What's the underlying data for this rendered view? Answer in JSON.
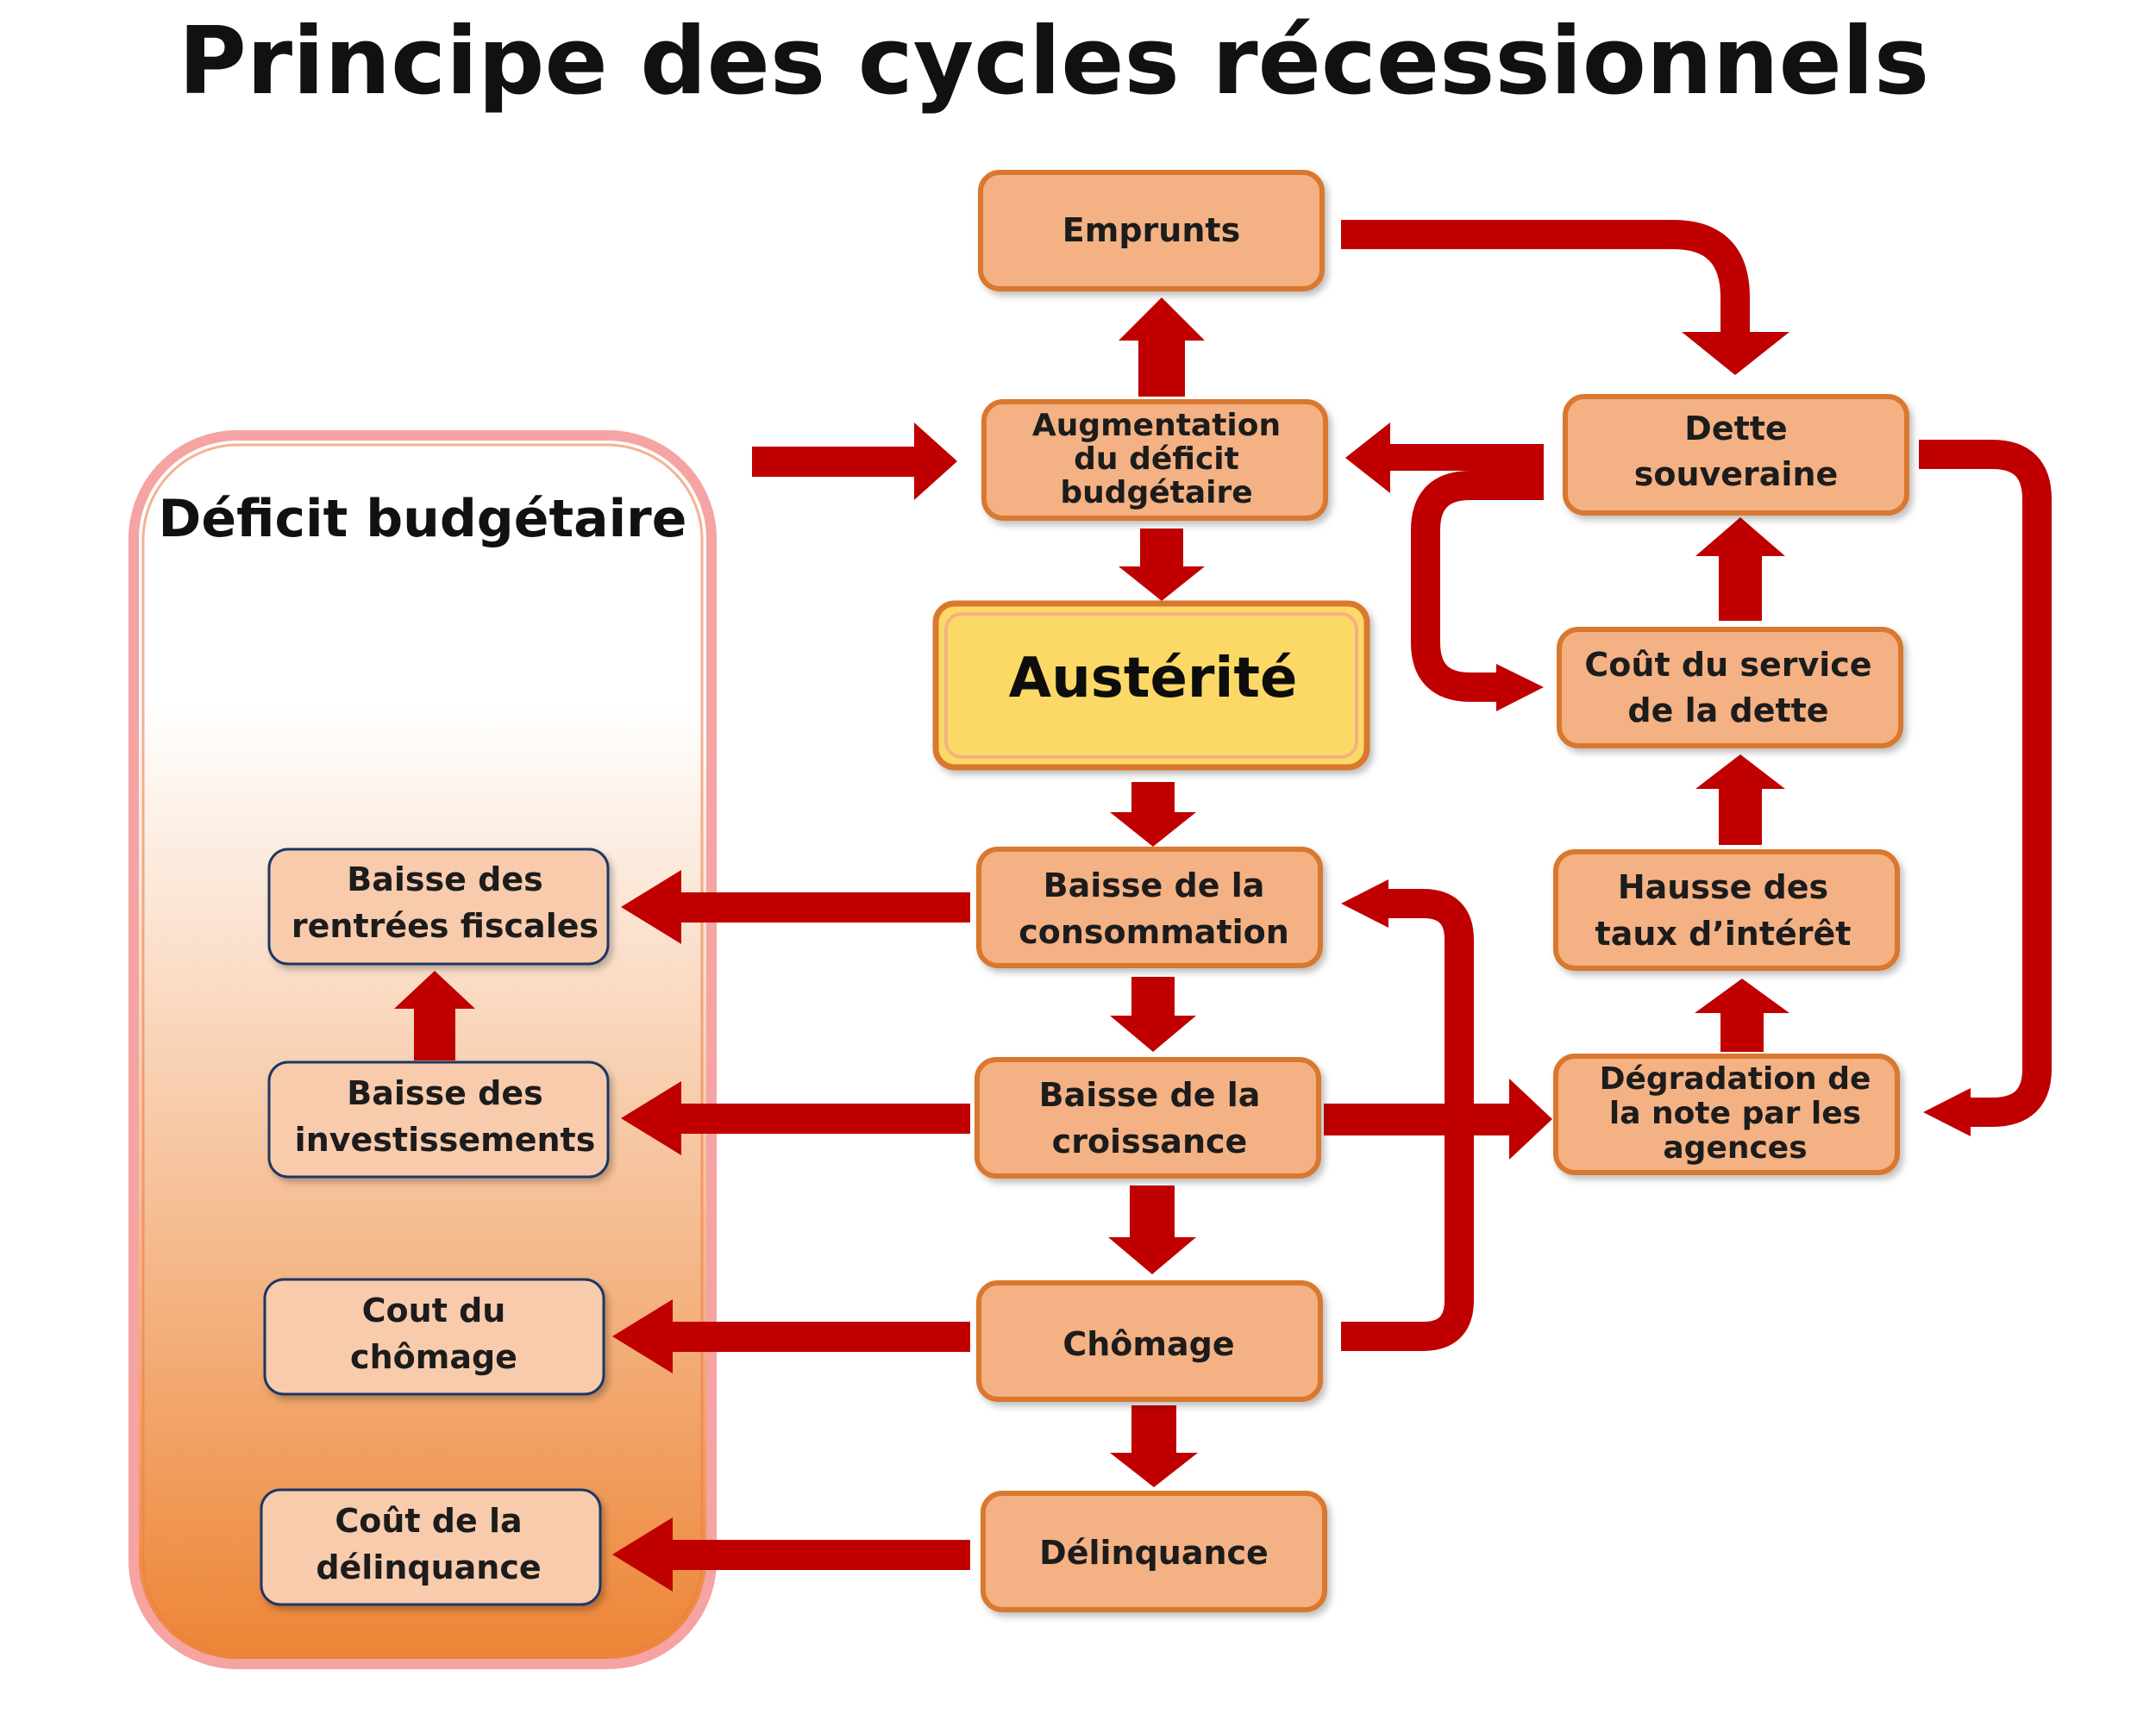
{
  "title": "Principe des cycles récessionnels",
  "panel": {
    "title": "Déficit budgétaire"
  },
  "nodes": {
    "emprunts": [
      "Emprunts"
    ],
    "augmentation": [
      "Augmentation",
      "du déficit",
      "budgétaire"
    ],
    "austerite": [
      "Austérité"
    ],
    "baisse_consommation": [
      "Baisse de la",
      "consommation"
    ],
    "baisse_croissance": [
      "Baisse de la",
      "croissance"
    ],
    "chomage": [
      "Chômage"
    ],
    "delinquance": [
      "Délinquance"
    ],
    "dette_souveraine": [
      "Dette",
      "souveraine"
    ],
    "cout_service_dette": [
      "Coût du service",
      "de la dette"
    ],
    "hausse_taux": [
      "Hausse des",
      "taux d’intérêt"
    ],
    "degradation_note": [
      "Dégradation de",
      "la note par les",
      "agences"
    ],
    "baisse_rentrees": [
      "Baisse des",
      "rentrées fiscales"
    ],
    "baisse_investissements": [
      "Baisse des",
      "investissements"
    ],
    "cout_chomage": [
      "Cout du",
      "chômage"
    ],
    "cout_delinquance": [
      "Coût de la",
      "délinquance"
    ]
  },
  "colors": {
    "arrow": "#c00000",
    "box_fill": "#f4b183",
    "box_stroke": "#d9782d",
    "austerity_fill": "#fcd966",
    "austerity_stroke": "#d9782d",
    "left_box_fill": "#f8cbad",
    "left_box_stroke": "#1f3864",
    "panel_stroke": "#f5a3a3",
    "panel_gradient_end": "#ed8434"
  }
}
